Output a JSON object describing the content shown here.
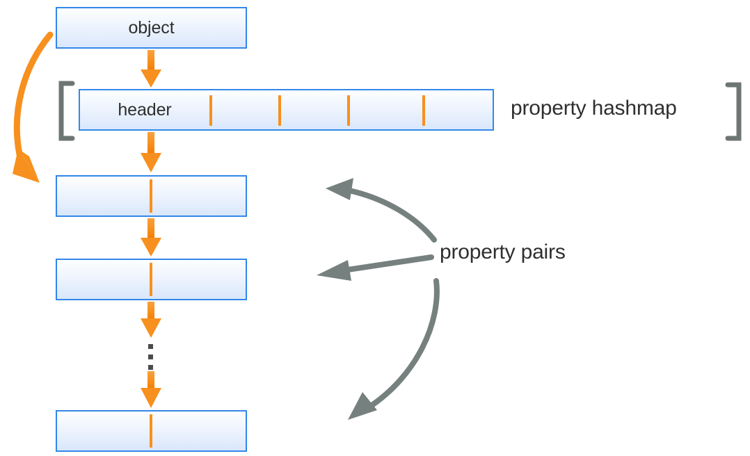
{
  "diagram": {
    "title": "object property hashmap layout",
    "colors": {
      "box_border": "#3287EA",
      "box_fill_top": "#fdfeff",
      "box_fill_bottom": "#d9e7fb",
      "orange": "#F7901E",
      "gray_arrow": "#76807F",
      "bracket_gray": "#6E7673",
      "text": "#2f2f2f"
    },
    "boxes": [
      {
        "id": "object",
        "label": "object"
      },
      {
        "id": "header",
        "label": "header"
      },
      {
        "id": "pair-1",
        "label": ""
      },
      {
        "id": "pair-2",
        "label": ""
      },
      {
        "id": "pair-n",
        "label": ""
      }
    ],
    "labels": {
      "property_hashmap": "property hashmap",
      "property_pairs": "property pairs"
    },
    "hashmap_slots": 4,
    "ellipsis_dots": 3,
    "arrows": {
      "object_to_header": "down-arrow",
      "header_to_pair1": "down-arrow",
      "pair1_to_pair2": "down-arrow",
      "pair2_to_ellipsis": "down-arrow",
      "ellipsis_to_pairn": "down-arrow",
      "object_to_pair1_curve": "curved-orange-arrow",
      "pairs_callout_top": "curved-gray-arrow",
      "pairs_callout_middle": "straight-gray-arrow",
      "pairs_callout_bottom": "curved-gray-arrow"
    },
    "brackets": {
      "left": "[",
      "right": "]"
    }
  }
}
